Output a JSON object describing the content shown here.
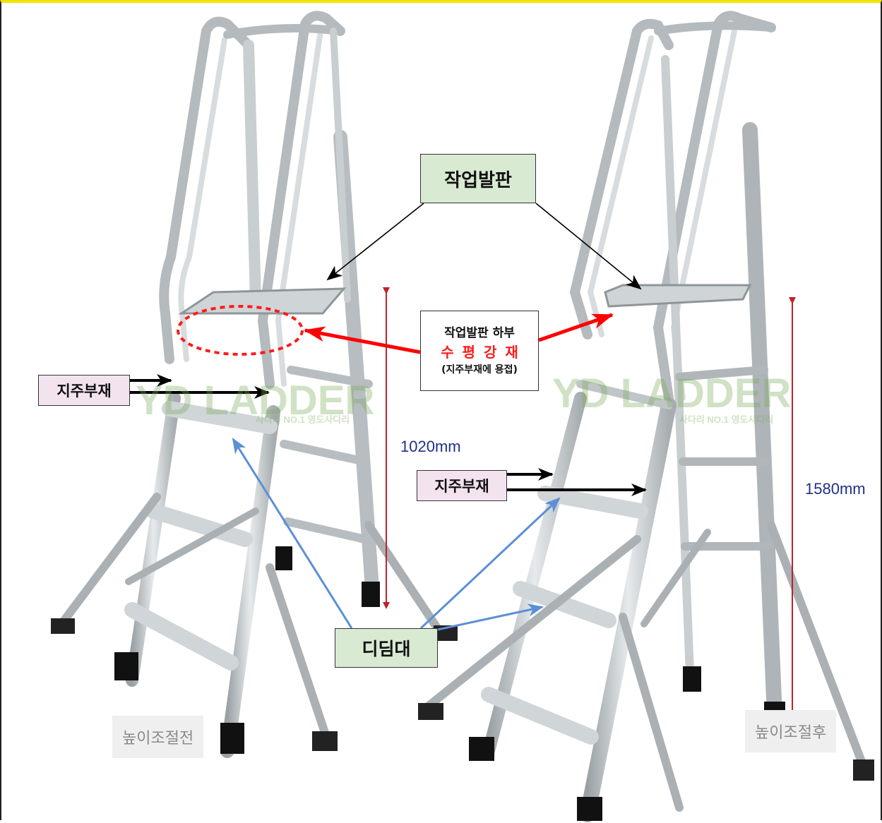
{
  "labels": {
    "platform": "작업발판",
    "strut": "지주부재",
    "step": "디딤대",
    "brace_line1": "작업발판  하부",
    "brace_line2": "수평강재",
    "brace_line3": "(지주부재에 용접)"
  },
  "dimensions": {
    "left_height": "1020mm",
    "right_height": "1580mm"
  },
  "captions": {
    "before": "높이조절전",
    "after": "높이조절후"
  },
  "watermark": {
    "brand": "YD LADDER",
    "sub": "사다리 NO.1 영도사다리"
  },
  "colors": {
    "frame_border": "#f2e200",
    "arrow_black": "#000000",
    "arrow_red": "#ff0000",
    "arrow_blue": "#5b8fd6",
    "dimension_line": "#c0202a",
    "label_green": "#d9ead3",
    "label_pink": "#f3e3ef"
  }
}
